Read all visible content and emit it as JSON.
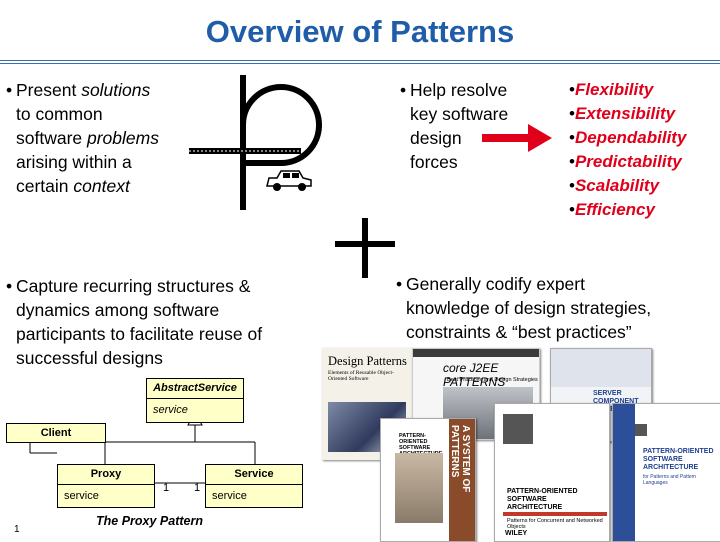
{
  "slide": {
    "title": "Overview of Patterns",
    "page_number": "1"
  },
  "bullet1": {
    "lines": [
      {
        "pre": "Present ",
        "em": "solutions",
        "post": ""
      },
      {
        "pre": "to common",
        "em": "",
        "post": ""
      },
      {
        "pre": "software ",
        "em": "problems",
        "post": ""
      },
      {
        "pre": "arising within a",
        "em": "",
        "post": ""
      },
      {
        "pre": "certain ",
        "em": "context",
        "post": ""
      }
    ]
  },
  "bullet2": {
    "lines": [
      "Help resolve",
      "key software",
      "design",
      "forces"
    ]
  },
  "qualities": [
    "Flexibility",
    "Extensibility",
    "Dependability",
    "Predictability",
    "Scalability",
    "Efficiency"
  ],
  "bullet3": {
    "lines": [
      "Capture recurring structures &",
      "dynamics among software",
      "participants to facilitate reuse of",
      "successful designs"
    ]
  },
  "bullet4": {
    "lines": [
      "Generally codify expert",
      "knowledge of design strategies,",
      "constraints & “best practices”"
    ]
  },
  "uml": {
    "abstract_name": "AbstractService",
    "abstract_op": "service",
    "client": "Client",
    "proxy_name": "Proxy",
    "proxy_op": "service",
    "service_name": "Service",
    "service_op": "service",
    "mult_left": "1",
    "mult_right": "1",
    "caption": "The Proxy Pattern"
  },
  "books": {
    "gof_title": "Design Patterns",
    "gof_subtitle": "Elements of Reusable Object-Oriented Software",
    "j2ee_brand": "core J2EE PATTERNS",
    "j2ee_sub": "Best Practices and Design Strategies",
    "scp_title": "SERVER COMPONENT PATTERNS",
    "posa1_title": "PATTERN-ORIENTED SOFTWARE ARCHITECTURE",
    "posa_spine": "A SYSTEM OF PATTERNS",
    "posa2_title": "PATTERN-ORIENTED SOFTWARE ARCHITECTURE",
    "posa2_sub": "Patterns for Concurrent and Networked Objects",
    "posa3_title": "PATTERN-ORIENTED SOFTWARE ARCHITECTURE",
    "posa3_sub": "for Patterns and Pattern Languages",
    "publisher": "WILEY"
  },
  "colors": {
    "title": "#1f5da8",
    "emphasis": "#e0001b",
    "uml_fill": "#ffffc8"
  }
}
